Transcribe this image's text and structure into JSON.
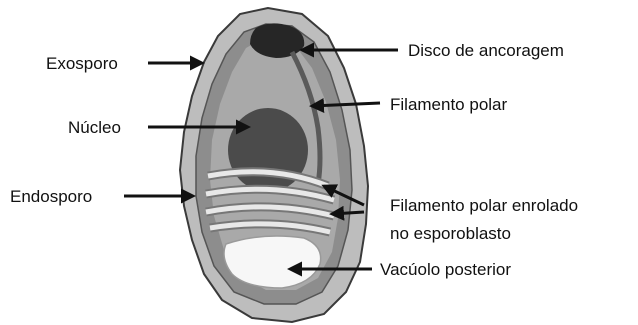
{
  "labels": {
    "exosporo": "Exosporo",
    "disco": "Disco de ancoragem",
    "filamento_polar": "Filamento polar",
    "nucleo": "Núcleo",
    "endosporo": "Endosporo",
    "filamento_enrolado_1": "Filamento polar enrolado",
    "filamento_enrolado_2": "no esporoblasto",
    "vacuolo": "Vacúolo posterior"
  }
}
